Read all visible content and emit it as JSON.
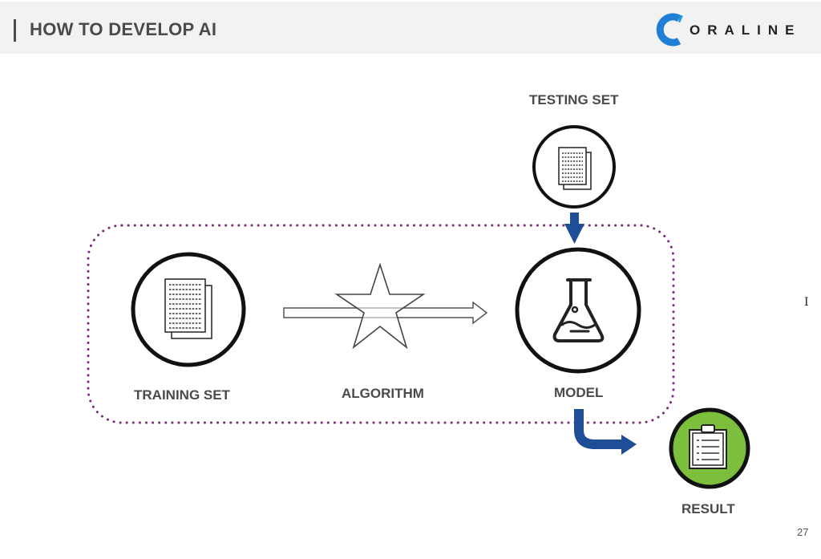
{
  "header": {
    "title": "HOW TO DEVELOP AI",
    "brand": "ORALINE",
    "brand_colors": {
      "logo_left": "#1f7fd6",
      "logo_right": "#1a9ad8"
    }
  },
  "diagram": {
    "nodes": {
      "testing_set": {
        "label": "TESTING SET",
        "icon": "binary-document-icon"
      },
      "training_set": {
        "label": "TRAINING SET",
        "icon": "binary-document-icon"
      },
      "algorithm": {
        "label": "ALGORITHM",
        "icon": "star-icon"
      },
      "model": {
        "label": "MODEL",
        "icon": "flask-icon"
      },
      "result": {
        "label": "RESULT",
        "icon": "clipboard-icon"
      }
    },
    "colors": {
      "arrow": "#1f4e96",
      "dotted_boundary": "#7a2a7a",
      "result_fill": "#7cbf3c"
    }
  },
  "footer": {
    "page_number": "27"
  }
}
